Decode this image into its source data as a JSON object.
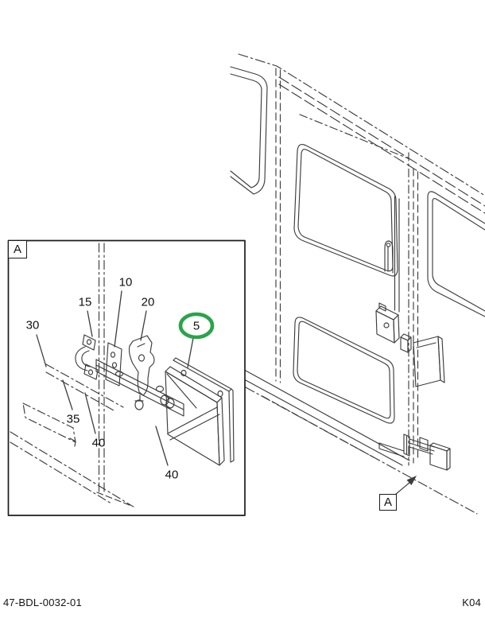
{
  "document": {
    "drawing_number": "47-BDL-0032-01",
    "page_code": "K04"
  },
  "detail_view": {
    "marker_label": "A",
    "highlight_color": "#2aa44a",
    "callouts": [
      {
        "part": "30",
        "highlighted": false
      },
      {
        "part": "15",
        "highlighted": false
      },
      {
        "part": "10",
        "highlighted": false
      },
      {
        "part": "20",
        "highlighted": false
      },
      {
        "part": "5",
        "highlighted": true
      },
      {
        "part": "35",
        "highlighted": false
      },
      {
        "part": "40",
        "highlighted": false
      },
      {
        "part": "40",
        "highlighted": false
      }
    ]
  },
  "main_view": {
    "section_marker": "A"
  }
}
